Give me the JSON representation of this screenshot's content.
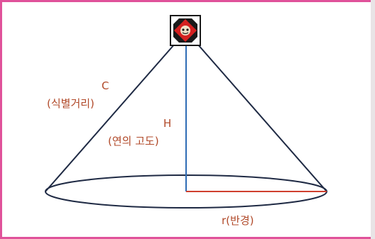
{
  "labels": {
    "c_letter": "C",
    "c_desc": "(식별거리)",
    "h_letter": "H",
    "h_desc": "(연의 고도)",
    "r_label": "r(반경)"
  },
  "colors": {
    "frame": "#e0529a",
    "cone_lines": "#1f2a44",
    "height_line": "#2e6cb5",
    "radius_line": "#d0402f",
    "label_text": "#b14a2a",
    "kite_red": "#d42020"
  },
  "icons": {
    "kite": "kite-icon"
  }
}
